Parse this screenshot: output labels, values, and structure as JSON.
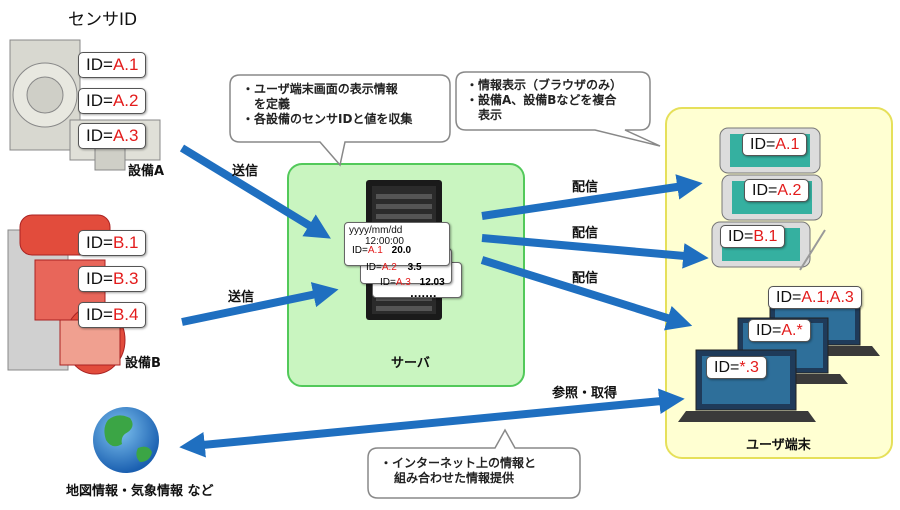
{
  "title": "センサID",
  "equipment": [
    {
      "label": "設備A",
      "ids": [
        {
          "prefix": "ID=",
          "value": "A.1"
        },
        {
          "prefix": "ID=",
          "value": "A.2"
        },
        {
          "prefix": "ID=",
          "value": "A.3"
        }
      ]
    },
    {
      "label": "設備B",
      "ids": [
        {
          "prefix": "ID=",
          "value": "B.1"
        },
        {
          "prefix": "ID=",
          "value": "B.3"
        },
        {
          "prefix": "ID=",
          "value": "B.4"
        }
      ]
    }
  ],
  "send_label": "送信",
  "deliver_label": "配信",
  "server": {
    "label": "サーバ",
    "record": {
      "date": "yyyy/mm/dd",
      "time": "12:00:00",
      "rows": [
        {
          "id": "ID=",
          "id_value": "A.1",
          "value": "20.0"
        },
        {
          "id": "ID=",
          "id_value": "A.2",
          "value": "3.5"
        },
        {
          "id": "ID=",
          "id_value": "A.3",
          "value": "12.03"
        }
      ],
      "more": "......."
    }
  },
  "callout_server": [
    "・ユーザ端末画面の表示情報",
    "を定義",
    "・各設備のセンサIDと値を収集"
  ],
  "callout_user": [
    "・情報表示（ブラウザのみ）",
    "・設備A、設備Bなどを複合",
    "表示"
  ],
  "callout_internet": [
    "・インターネット上の情報と",
    "組み合わせた情報提供"
  ],
  "tablets": [
    {
      "prefix": "ID=",
      "value": "A.1"
    },
    {
      "prefix": "ID=",
      "value": "A.2"
    },
    {
      "prefix": "ID=",
      "value": "B.1"
    }
  ],
  "laptops": [
    {
      "prefix": "ID=",
      "value": "A.1,A.3"
    },
    {
      "prefix": "ID=",
      "value": "A.*"
    },
    {
      "prefix": "ID=",
      "value": "*.3"
    }
  ],
  "user_terminal_label": "ユーザ端末",
  "reference_label": "参照・取得",
  "globe_label": "地図情報・気象情報 など",
  "colors": {
    "arrow": "#1f6fc0",
    "server_bg": "#c9f5c0",
    "server_border": "#52c95a",
    "user_bg": "#ffffd2",
    "user_border": "#e6e05a",
    "id_value": "#e31b1b"
  }
}
